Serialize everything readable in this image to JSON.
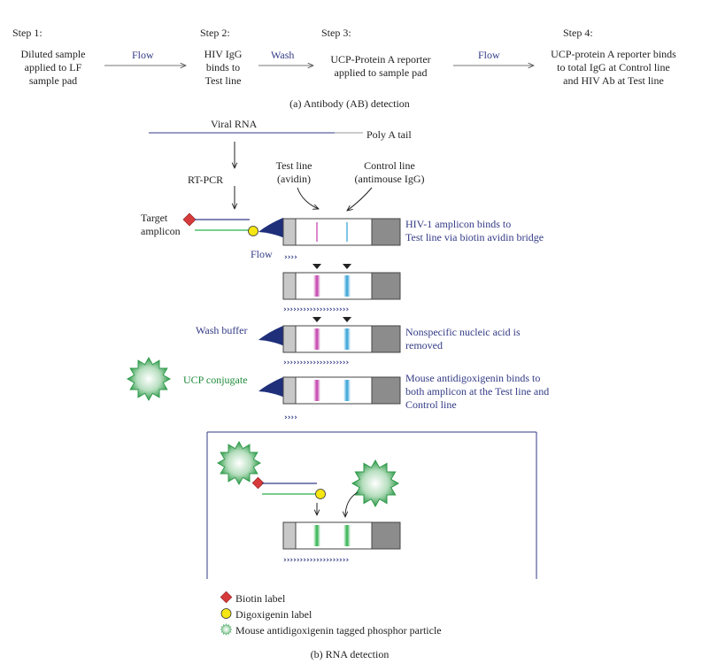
{
  "section_a": {
    "step1": {
      "title": "Step 1:",
      "lines": [
        "Diluted sample",
        "applied to LF",
        "sample pad"
      ]
    },
    "step2": {
      "title": "Step 2:",
      "lines": [
        "HIV IgG",
        "binds to",
        "Test line"
      ]
    },
    "step3": {
      "title": "Step 3:",
      "lines": [
        "UCP-Protein A reporter",
        "applied to sample pad"
      ]
    },
    "step4": {
      "title": "Step 4:",
      "lines": [
        "UCP-protein A reporter binds",
        "to total IgG at Control line",
        "and HIV Ab at Test line"
      ]
    },
    "arrow1_label": "Flow",
    "arrow2_label": "Wash",
    "arrow3_label": "Flow",
    "caption": "(a)  Antibody (AB) detection"
  },
  "section_b": {
    "viral_rna": "Viral RNA",
    "poly_a": "Poly A tail",
    "rt_pcr": "RT-PCR",
    "test_line": [
      "Test line",
      "(avidin)"
    ],
    "control_line": [
      "Control line",
      "(antimouse IgG)"
    ],
    "target_amplicon": [
      "Target",
      "amplicon"
    ],
    "flow": "Flow",
    "step1_desc": [
      "HIV-1 amplicon binds to",
      "Test line via biotin avidin bridge"
    ],
    "wash_buffer": "Wash buffer",
    "step3_desc": [
      "Nonspecific nucleic acid is",
      "removed"
    ],
    "ucp_conjugate": "UCP conjugate",
    "step4_desc": [
      "Mouse antidigoxigenin binds to",
      "both amplicon at the Test line and",
      "Control line"
    ],
    "caption": "(b)  RNA detection"
  },
  "legend": {
    "biotin": "Biotin label",
    "digoxigenin": "Digoxigenin label",
    "particle": "Mouse antidigoxigenin tagged phosphor particle"
  },
  "colors": {
    "blue_text": "#333a85",
    "green_text": "#1f8a3a",
    "biotin_red": "#d63a3a",
    "digoxigenin_yellow": "#f5e614",
    "test_magenta": "#c03aa8",
    "control_cyan": "#2e9fd6",
    "green_line": "#2bb04a",
    "particle_green": "#2f9a4a"
  }
}
